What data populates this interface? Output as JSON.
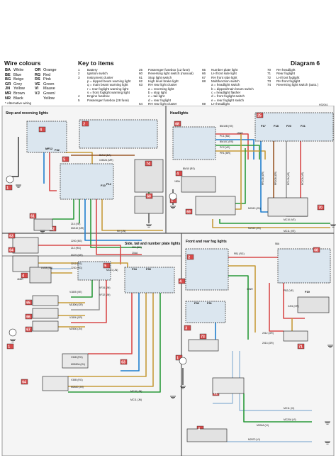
{
  "header": {
    "wire_colours_title": "Wire colours",
    "key_title": "Key to items",
    "diagram_title": "Diagram 6",
    "ref_code": "H32041"
  },
  "wire_colours": [
    [
      "BA",
      "White",
      "OR",
      "Orange"
    ],
    [
      "BE",
      "Blue",
      "RG",
      "Red"
    ],
    [
      "BG",
      "Beige",
      "RS",
      "Pink"
    ],
    [
      "GR",
      "Grey",
      "VE",
      "Green"
    ],
    [
      "JN",
      "Yellow",
      "VI",
      "Mauve"
    ],
    [
      "MR",
      "Brown",
      "VJ",
      "Green/"
    ],
    [
      "NR",
      "Black",
      "",
      "Yellow"
    ]
  ],
  "alt_wiring": "* Alternative wiring",
  "key_col1": [
    [
      "1",
      "Battery"
    ],
    [
      "2",
      "Ignition switch"
    ],
    [
      "3",
      "Instrument cluster"
    ],
    [
      "",
      "p = dipped beam warning light"
    ],
    [
      "",
      "q = main beam warning light"
    ],
    [
      "",
      "r = rear foglight warning light"
    ],
    [
      "",
      "s = front foglight warning light"
    ],
    [
      "4",
      "Engine fusebox"
    ],
    [
      "5",
      "Passenger fusebox (28 fuse)"
    ]
  ],
  "key_col2": [
    [
      "25",
      "Passenger fusebox (12 fuse)"
    ],
    [
      "60",
      "Reversing light switch (manual)"
    ],
    [
      "61",
      "Stop light switch"
    ],
    [
      "62",
      "High level brake light"
    ],
    [
      "63",
      "RH rear light cluster"
    ],
    [
      "",
      "a = reversing light"
    ],
    [
      "",
      "b = stop light"
    ],
    [
      "",
      "c = tail light"
    ],
    [
      "",
      "d = rear foglight"
    ],
    [
      "64",
      "RH rear light cluster"
    ],
    [
      "",
      "(items a to e as above)"
    ]
  ],
  "key_col3": [
    [
      "65",
      "Number plate light"
    ],
    [
      "66",
      "LH front side light"
    ],
    [
      "67",
      "RH front side light"
    ],
    [
      "68",
      "Multifunction switch"
    ],
    [
      "",
      "a = headlight switch"
    ],
    [
      "",
      "b = dipped/main beam switch"
    ],
    [
      "",
      "c = headlight flasher"
    ],
    [
      "",
      "d = front foglight switch"
    ],
    [
      "",
      "e = rear foglight switch"
    ],
    [
      "69",
      "LH headlight"
    ]
  ],
  "key_col4": [
    [
      "70",
      "RH headlight"
    ],
    [
      "71",
      "Rear foglight"
    ],
    [
      "72",
      "LH front foglight"
    ],
    [
      "73",
      "RH front foglight"
    ],
    [
      "74",
      "Reversing light switch (auto.)"
    ]
  ],
  "sections": [
    "Stop and reversing lights",
    "Headlights",
    "Side, tail and number plate lights",
    "Front and rear fog lights"
  ],
  "components": [
    "1",
    "2",
    "3",
    "4",
    "5",
    "25",
    "60",
    "61",
    "62",
    "63",
    "64",
    "65",
    "66",
    "67",
    "68",
    "69",
    "70",
    "71",
    "72",
    "73",
    "74"
  ],
  "fuses": [
    "F32",
    "MF12",
    "F10",
    "F12",
    "F30",
    "F34",
    "F35",
    "F31",
    "F19",
    "F17",
    "F18",
    "F20",
    "F21"
  ],
  "wire_labels": [
    "BM12 (BA)",
    "CM32A (MR)",
    "2NR",
    "28B (RG)",
    "216B (VE)",
    "216D (VE)",
    "216C (VE)",
    "214 (VE)",
    "M2110 (NR)",
    "2300 (BG)",
    "2200 (BG)",
    "210 (RG)",
    "212 (RG)",
    "M220 (NR)",
    "2212 (RS)",
    "2230 (RG)",
    "MC21 (JN)",
    "MV (JN)",
    "200 (BG)",
    "1MR",
    "20AA",
    "BM10B (VE)",
    "PC1 (BA)",
    "BM10C (RS)",
    "PC2 (VE)",
    "PR1 (MR)",
    "BM10 (RS)",
    "180A",
    "19NR",
    "PR10B (GR)",
    "PR20B (GR)",
    "PC10A (VE)",
    "PC20A (VE)",
    "M2610 (JN)",
    "MC10 (VE)",
    "M2620A (JN)",
    "PR20A (GR)",
    "M2615 (JN)",
    "MC11 (VE)",
    "LM08 (BA)",
    "46NR",
    "LM08 (VE)",
    "V1805 (VE)",
    "M1806 (GR)",
    "V1806 (GR)",
    "M2630 (JN)",
    "VF34 (JN)",
    "VF32 (JN)",
    "V34B (RG)",
    "M2630A (JN)",
    "V35B (RG)",
    "M2620 (JN)",
    "MC10 (JN)",
    "MC11 (JN)",
    "PB1 (RG)",
    "PB2 (VE)",
    "2J01 (GR)",
    "2012 (OR)",
    "2013 (OR)",
    "MC11 (VI)",
    "MC20A (VI)",
    "M2670 (VI)",
    "M004A (VI)"
  ]
}
